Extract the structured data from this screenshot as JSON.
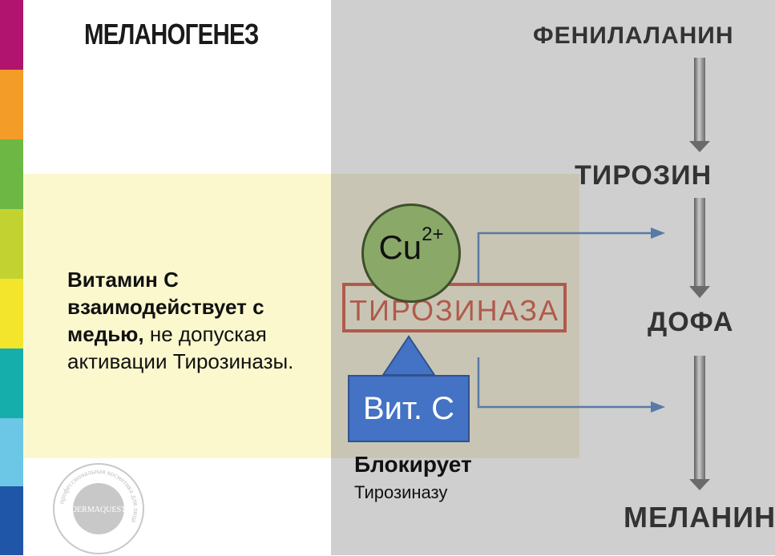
{
  "title": "МЕЛАНОГЕНЕЗ",
  "pathway": {
    "step1": "ФЕНИЛАЛАНИН",
    "step2": "ТИРОЗИН",
    "step3": "ДОФА",
    "step4": "МЕЛАНИН"
  },
  "description": {
    "bold": "Витамин С взаимодействует с медью,",
    "regular": " не допуская активации Тирозиназы."
  },
  "copper": {
    "label": "Cu",
    "charge": "2+"
  },
  "enzyme": "ТИРОЗИНАЗА",
  "vitamin": "Вит. С",
  "block": {
    "label": "Блокирует",
    "sub": "Тирозиназу"
  },
  "stamp": {
    "brand": "DERMAQUEST",
    "ring_text": "профессиональная косметика для лица"
  },
  "colors": {
    "stripes": [
      "#b0146e",
      "#f39c27",
      "#6db745",
      "#c2d331",
      "#f2e52b",
      "#15aeaa",
      "#6cc6e6",
      "#2056a8"
    ],
    "gray_panel": "#cfcfcf",
    "yellow_band": "#fbf8ce",
    "copper": "#8aa968",
    "enzyme": "#b05a4c",
    "vitamin": "#4472c4",
    "flow_arrow": "#5a7aa6"
  }
}
